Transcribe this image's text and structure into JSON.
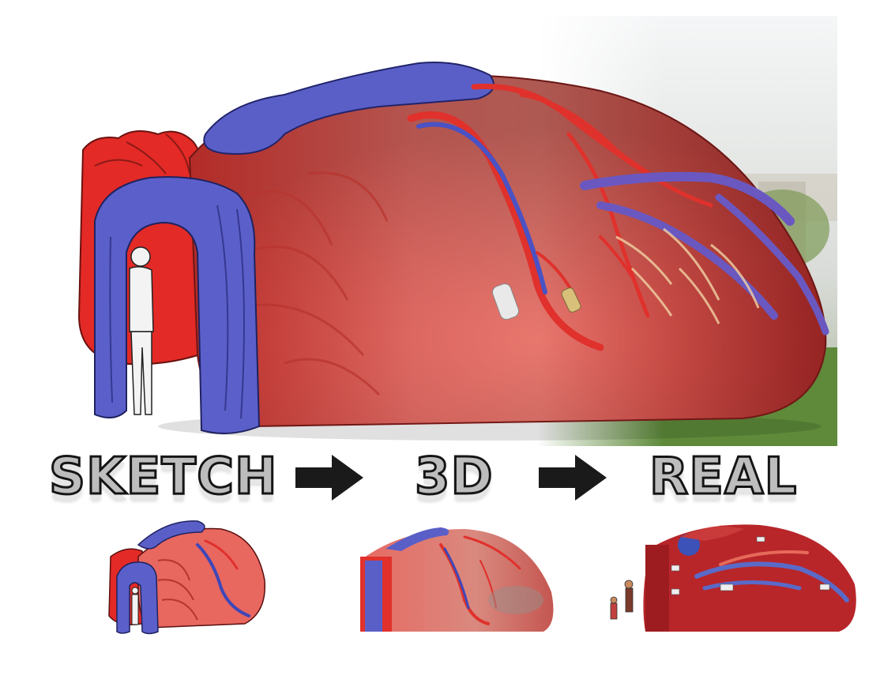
{
  "stages": {
    "sketch": "SKETCH",
    "threed": "3D",
    "real": "REAL"
  },
  "colors": {
    "vein_blue": "#5a5fc8",
    "artery_red": "#e0312c",
    "muscle_pink": "#e8675f",
    "label_gray": "#bdbdbd",
    "label_outline": "#151515",
    "grass": "#5e8a3a",
    "sky": "#eef0f2"
  },
  "icons": [
    "right-arrow-icon",
    "right-arrow-icon"
  ]
}
